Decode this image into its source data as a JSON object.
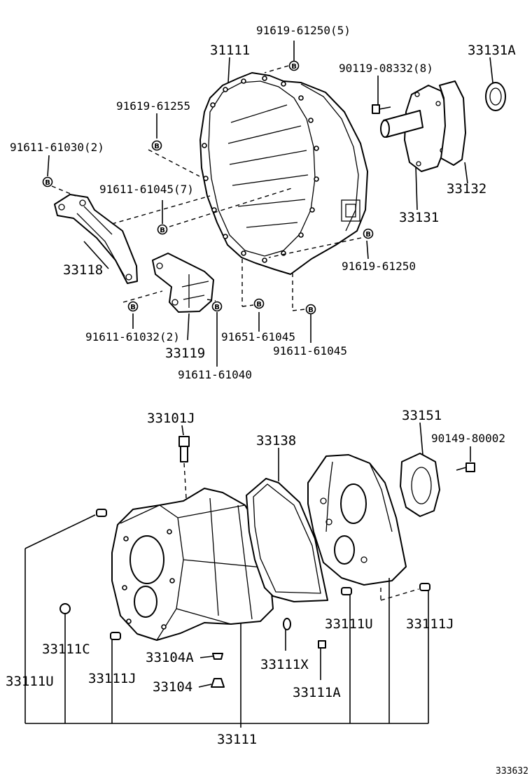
{
  "diagram_id": "333632",
  "bolt_symbol": "B",
  "labels": {
    "p91619_61250_5": "91619-61250(5)",
    "p31111": "31111",
    "p90119_08332_8": "90119-08332(8)",
    "p33131A": "33131A",
    "p91619_61255": "91619-61255",
    "p91611_61030_2": "91611-61030(2)",
    "p91611_61045_7": "91611-61045(7)",
    "p33132": "33132",
    "p33131": "33131",
    "p33118": "33118",
    "p91619_61250": "91619-61250",
    "p91611_61032_2": "91611-61032(2)",
    "p91651_61045": "91651-61045",
    "p33119": "33119",
    "p91611_61045": "91611-61045",
    "p91611_61040": "91611-61040",
    "p33101J": "33101J",
    "p33151": "33151",
    "p33138": "33138",
    "p90149_80002": "90149-80002",
    "p33111U_right": "33111U",
    "p33111J_right": "33111J",
    "p33111C": "33111C",
    "p33104A": "33104A",
    "p33111X": "33111X",
    "p33111U_left": "33111U",
    "p33111J_left": "33111J",
    "p33104": "33104",
    "p33111A": "33111A",
    "p33111": "33111"
  }
}
